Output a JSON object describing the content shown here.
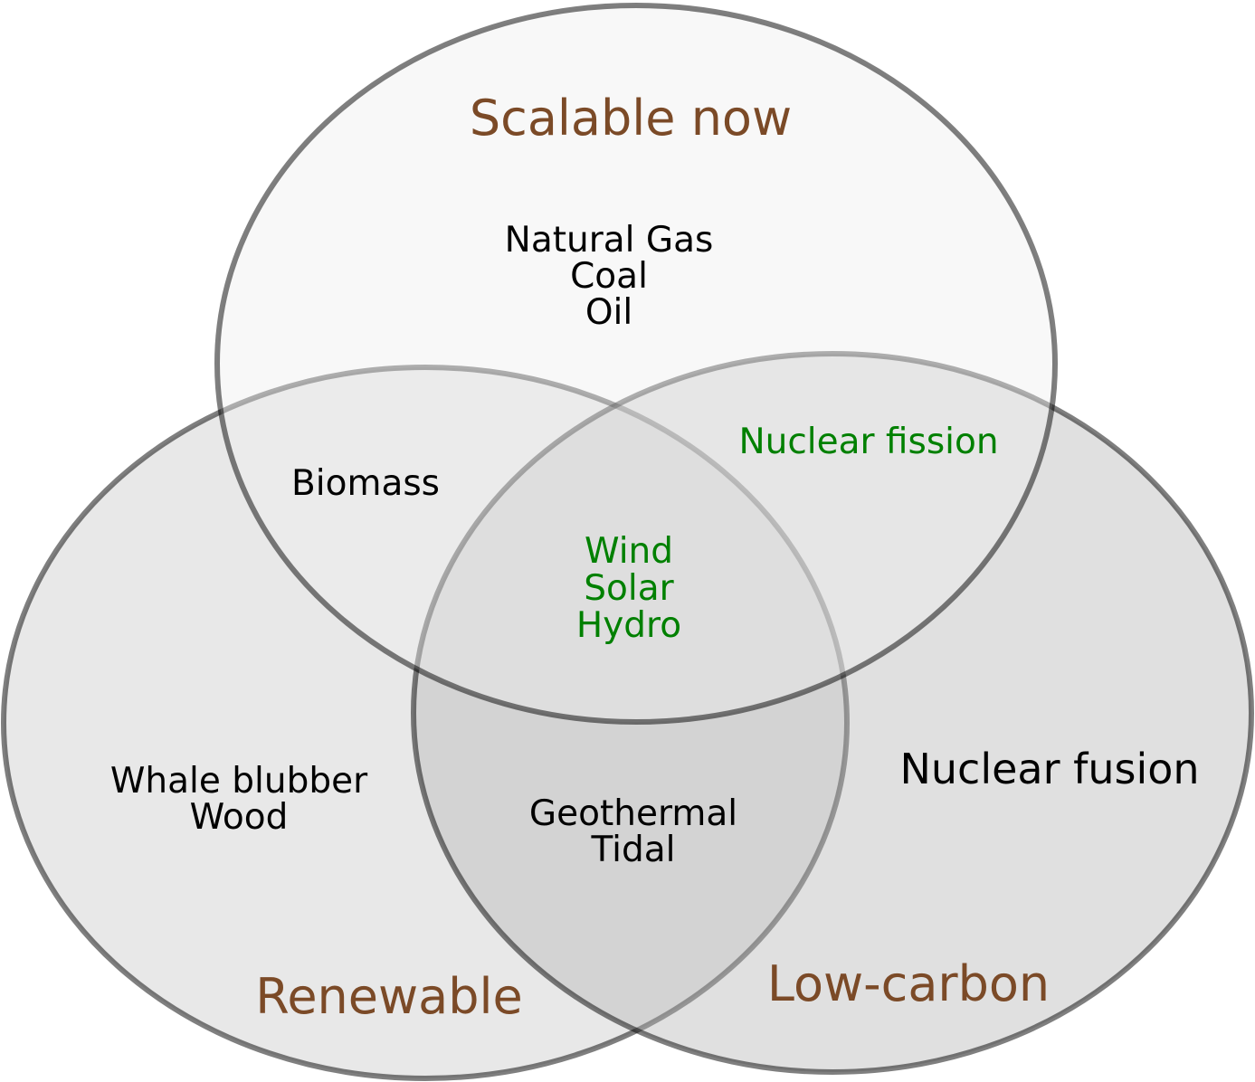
{
  "colors": {
    "set_label": "#7b4a27",
    "item_default": "#000000",
    "item_highlight": "#008000",
    "circle_fill": "#d9d9d9",
    "circle_fill_scalable": "#efefef",
    "circle_fill_renewable": "#c8c8c8",
    "circle_fill_lowcarbon": "#b4b4b4",
    "circle_stroke": "#000000"
  },
  "sets": {
    "scalable": {
      "label": "Scalable now"
    },
    "renewable": {
      "label": "Renewable"
    },
    "lowcarbon": {
      "label": "Low-carbon"
    }
  },
  "regions": {
    "scalable_only": {
      "items": [
        "Natural Gas",
        "Coal",
        "Oil"
      ]
    },
    "scalable_renewable": {
      "items": [
        "Biomass"
      ]
    },
    "scalable_lowcarbon": {
      "items": [
        "Nuclear fission"
      ],
      "highlight": true
    },
    "all_three": {
      "items": [
        "Wind",
        "Solar",
        "Hydro"
      ],
      "highlight": true
    },
    "renewable_only": {
      "items": [
        "Whale blubber",
        "Wood"
      ]
    },
    "renewable_lowcarbon": {
      "items": [
        "Geothermal",
        "Tidal"
      ]
    },
    "lowcarbon_only": {
      "items": [
        "Nuclear fusion"
      ]
    }
  }
}
